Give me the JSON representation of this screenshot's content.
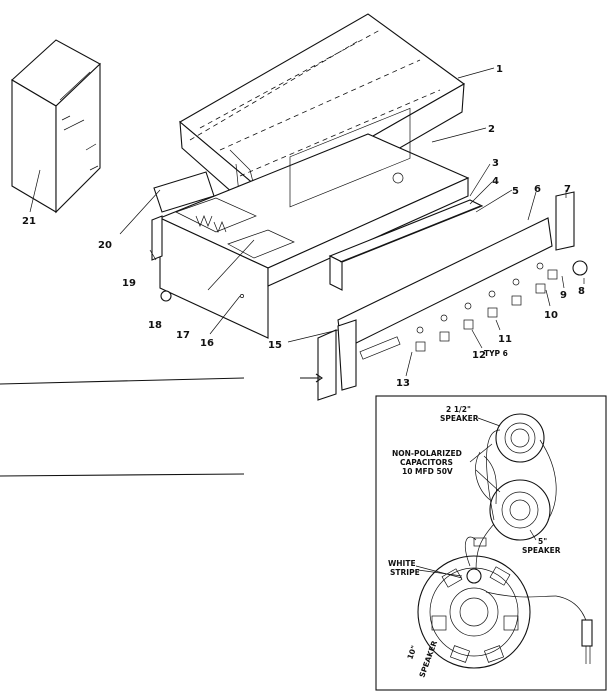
{
  "callouts": [
    {
      "id": "1",
      "label": "1"
    },
    {
      "id": "2",
      "label": "2"
    },
    {
      "id": "3",
      "label": "3"
    },
    {
      "id": "4",
      "label": "4"
    },
    {
      "id": "5",
      "label": "5"
    },
    {
      "id": "6",
      "label": "6"
    },
    {
      "id": "7",
      "label": "7"
    },
    {
      "id": "8",
      "label": "8"
    },
    {
      "id": "9",
      "label": "9"
    },
    {
      "id": "10",
      "label": "10"
    },
    {
      "id": "11",
      "label": "11"
    },
    {
      "id": "11b",
      "label": "TYP 6"
    },
    {
      "id": "12",
      "label": "12"
    },
    {
      "id": "13",
      "label": "13"
    },
    {
      "id": "15",
      "label": "15"
    },
    {
      "id": "16",
      "label": "16"
    },
    {
      "id": "17",
      "label": "17"
    },
    {
      "id": "18",
      "label": "18"
    },
    {
      "id": "19",
      "label": "19"
    },
    {
      "id": "20",
      "label": "20"
    },
    {
      "id": "21",
      "label": "21"
    }
  ],
  "wiring": {
    "speaker_2half_line1": "2 1/2\"",
    "speaker_2half_line2": "SPEAKER",
    "capacitor_line1": "NON-POLARIZED",
    "capacitor_line2": "CAPACITORS",
    "capacitor_line3": "10 MFD 50V",
    "speaker_5_line1": "5\"",
    "speaker_5_line2": "SPEAKER",
    "white_stripe_line1": "WHITE",
    "white_stripe_line2": "STRIPE",
    "speaker_10_line1": "10\"",
    "speaker_10_line2": "SPEAKER"
  }
}
